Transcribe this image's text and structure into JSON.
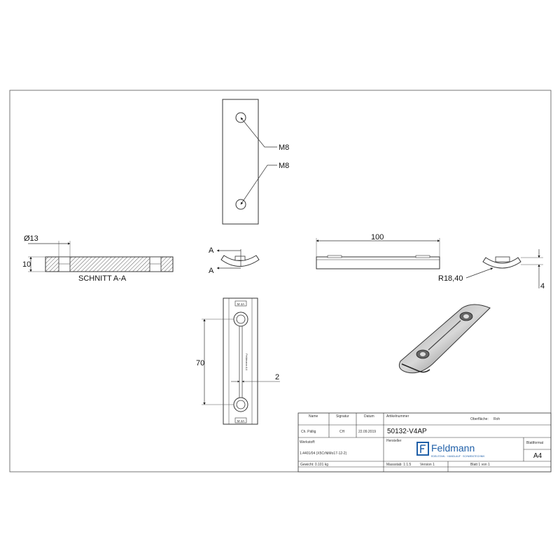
{
  "section": {
    "label": "SCHNITT A-A",
    "marker": "A"
  },
  "dimensions": {
    "diameter": "Ø13",
    "thickness_left": "10",
    "length": "100",
    "hole_distance": "70",
    "slot_width": "2",
    "radius": "R18,40",
    "height_right": "4"
  },
  "callouts": {
    "thread_top": "M8",
    "thread_bottom": "M8"
  },
  "part_marks": {
    "top": "M 4A",
    "bottom": "M 4A",
    "center": "Feldmann A4"
  },
  "title_block": {
    "name_label": "Name",
    "signature_label": "Signatur",
    "date_label": "Datum",
    "article_label": "Artikelnummer",
    "surface_label": "Oberfläche:",
    "surface_value": "Roh",
    "name_value": "Ch. Pällig",
    "signature_value": "CH",
    "date_value": "22.09.2019",
    "article_value": "50132-V4AP",
    "manufacturer_label": "Hersteller",
    "material_label": "Werkstoff:",
    "material_value": "1.4401/04 (X5CrNiMo17-12-2)",
    "sheet_format_label": "Blattformat",
    "sheet_format_value": "A4",
    "weight": "Gewicht: 0.101 kg",
    "scale": "Massstab: 1:1.5",
    "version": "Version 1",
    "sheet": "Blatt 1 von 1",
    "logo_text": "Feldmann",
    "logo_subtext": "EDELSTAHL · HANDLAUF · SCHWEIßTECHNIK"
  }
}
